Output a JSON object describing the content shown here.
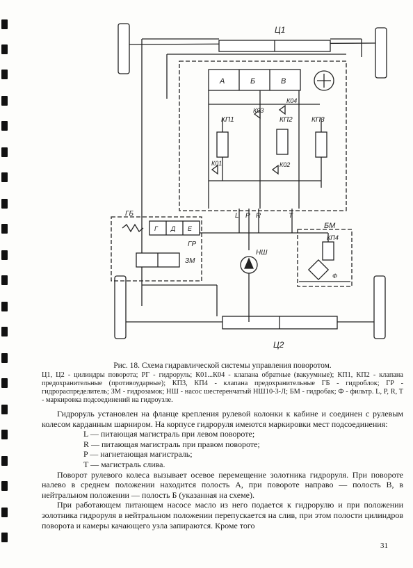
{
  "diagram": {
    "cylinder_top": "Ц1",
    "cylinder_bottom": "Ц2",
    "spool_positions": [
      "А",
      "Б",
      "В"
    ],
    "check_valves": [
      "К01",
      "К02",
      "К03",
      "К04"
    ],
    "relief_valves": [
      "КП1",
      "КП2",
      "КП3",
      "КП4"
    ],
    "ports": [
      "L",
      "P",
      "R",
      "T"
    ],
    "distributor_positions": [
      "Г",
      "Д",
      "Е"
    ],
    "label_gb": "ГБ",
    "label_gr": "ГР",
    "label_zm": "ЗМ",
    "label_ns": "НШ",
    "label_bm": "БМ",
    "label_filter": "Ф"
  },
  "caption": {
    "title": "Рис. 18.   Схема гидравлической системы управления поворотом.",
    "text": "Ц1, Ц2 - цилиндры поворота;  РГ - гидроруль;  К01...К04 - клапана обратные (вакуумные);  КП1, КП2 - клапана предохранительные (противоударные);  КП3, КП4 - клапана предохранительные   ГБ - гидроблок;  ГР - гидрораспределитель;  ЗМ - гидрозамок;  НШ - насос шестеренчатый НШ10-3-Л;  БМ - гидробак;  Ф - фильтр.   L, P, R, T - маркировка подсоединений на гидроузле."
  },
  "body": {
    "p1": "Гидроруль установлен на фланце крепления рулевой колонки к кабине и соединен с рулевым колесом карданным шарниром. На корпусе гидроруля имеются маркировки мест подсоединения:",
    "markings": [
      "L — питающая магистраль при левом повороте;",
      "R — питающая магистраль при правом повороте;",
      "P — нагнетающая магистраль;",
      "T — магистраль слива."
    ],
    "p2": "Поворот рулевого колеса вызывает осевое перемещение золотника гидроруля. При повороте налево в среднем положении находится полость А, при повороте направо — полость В, в нейтральном положении — полость Б (указанная на схеме).",
    "p3": "При работающем питающем насосе масло из него подается к гидрорулю и при положении золотника гидроруля в нейтральном положении перепускается на слив, при этом полости цилиндров поворота и камеры качающего узла запираются. Кроме того"
  },
  "page_number": "31"
}
